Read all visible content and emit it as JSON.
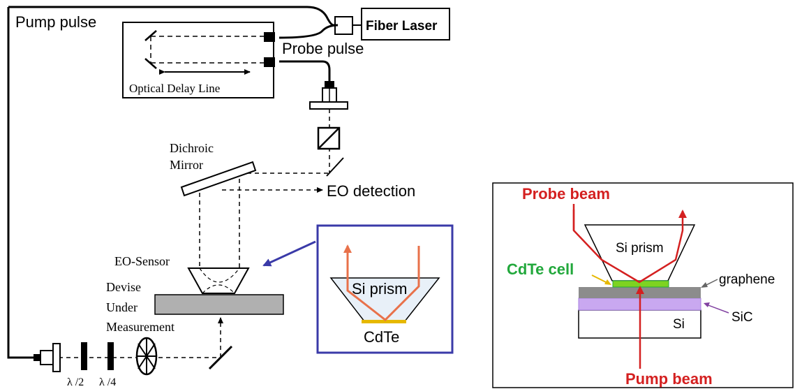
{
  "setup": {
    "pump_pulse": "Pump pulse",
    "probe_pulse": "Probe pulse",
    "fiber_laser": "Fiber Laser",
    "optical_delay_line": "Optical Delay Line",
    "dichroic_mirror_line1": "Dichroic",
    "dichroic_mirror_line2": "Mirror",
    "eo_detection": "EO detection",
    "eo_sensor": "EO-Sensor",
    "dut_line1": "Devise",
    "dut_line2": "Under",
    "dut_line3": "Measurement",
    "half_wave": "λ /2",
    "quarter_wave": "λ /4"
  },
  "inset": {
    "prism_label": "Si prism",
    "crystal_label": "CdTe"
  },
  "detail": {
    "probe_beam": "Probe beam",
    "pump_beam": "Pump beam",
    "prism_label": "Si prism",
    "cdte_cell": "CdTe cell",
    "graphene": "graphene",
    "sic": "SiC",
    "si": "Si"
  },
  "colors": {
    "beam_red": "#d42020",
    "inset_beam": "#e8714a",
    "inset_border": "#3a3aa8",
    "cdte_green": "#22a83c",
    "cdte_yellow": "#e6b800",
    "graphene_gray": "#8c8c8c",
    "sic_violet": "#c9a8f0",
    "prism_fill": "#e8f0f8"
  }
}
